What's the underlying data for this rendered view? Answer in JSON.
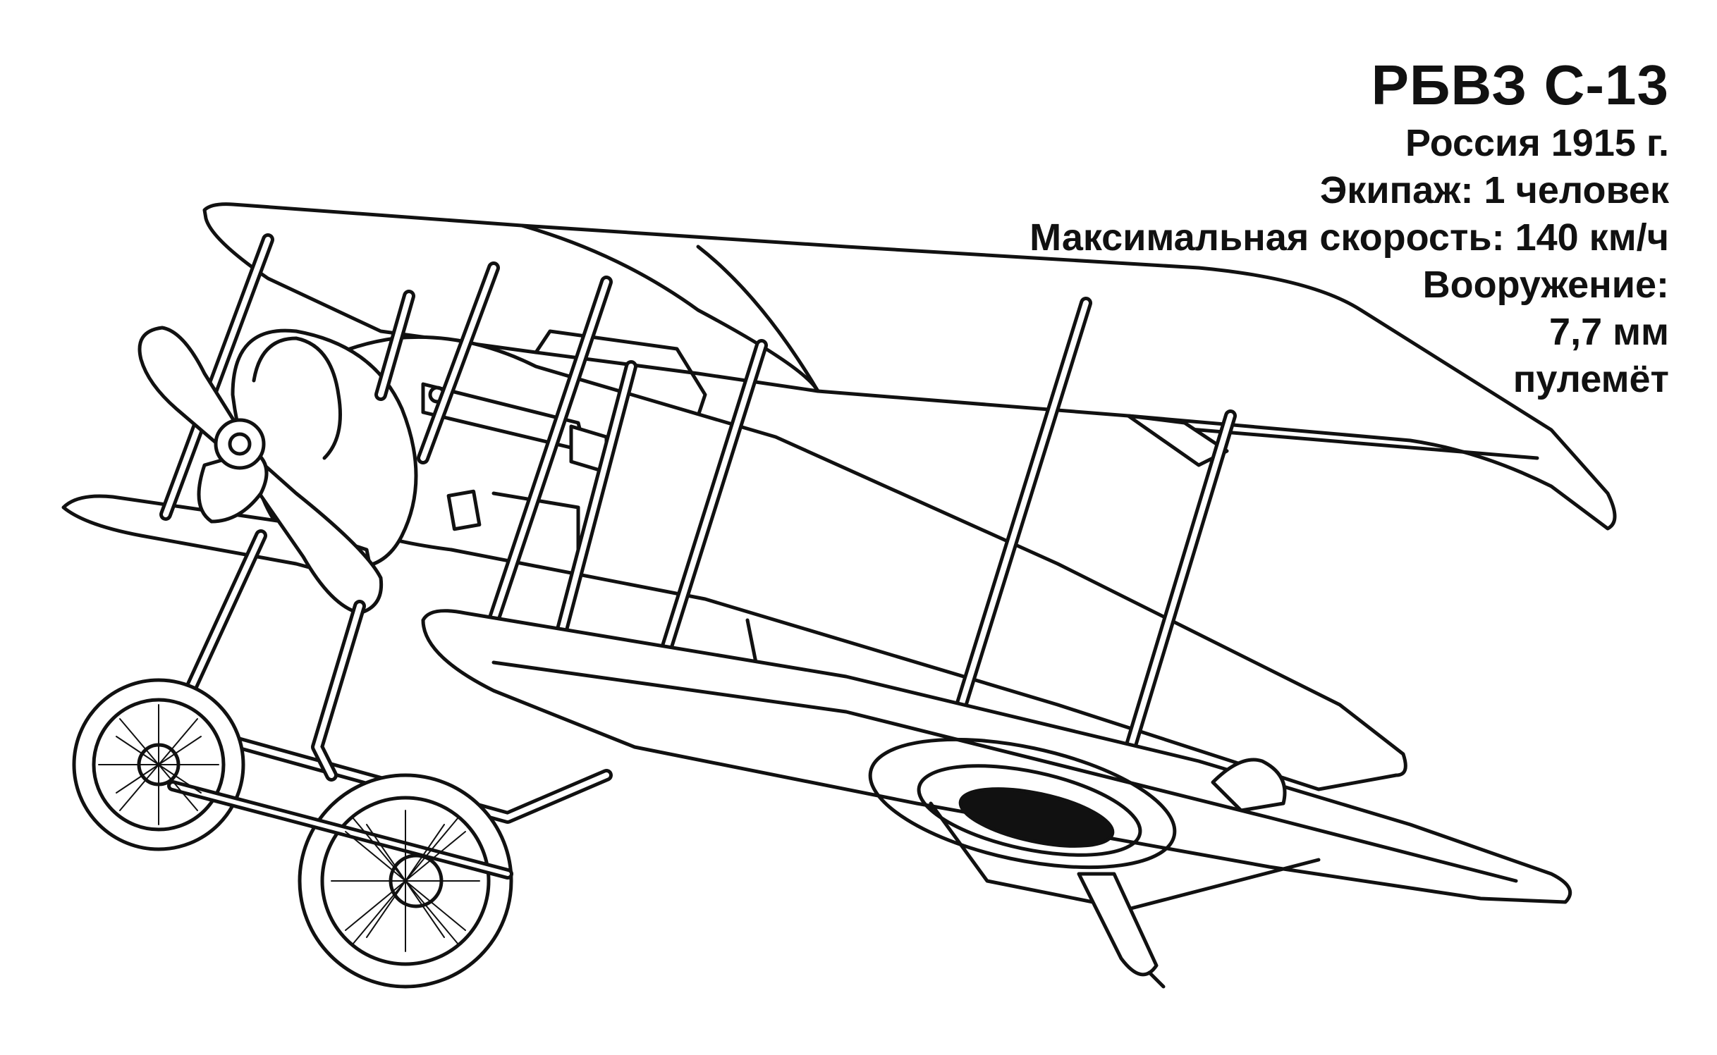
{
  "card": {
    "title": "РБВЗ С-13",
    "origin": "Россия 1915 г.",
    "crew": "Экипаж: 1 человек",
    "max_speed": "Максимальная скорость: 140 км/ч",
    "armament_label": "Вооружение:",
    "armament_caliber": "7,7 мм",
    "armament_type": "пулемёт"
  },
  "colors": {
    "ink": "#111111",
    "paper": "#ffffff"
  },
  "illustration": {
    "subject": "biplane-line-drawing"
  }
}
